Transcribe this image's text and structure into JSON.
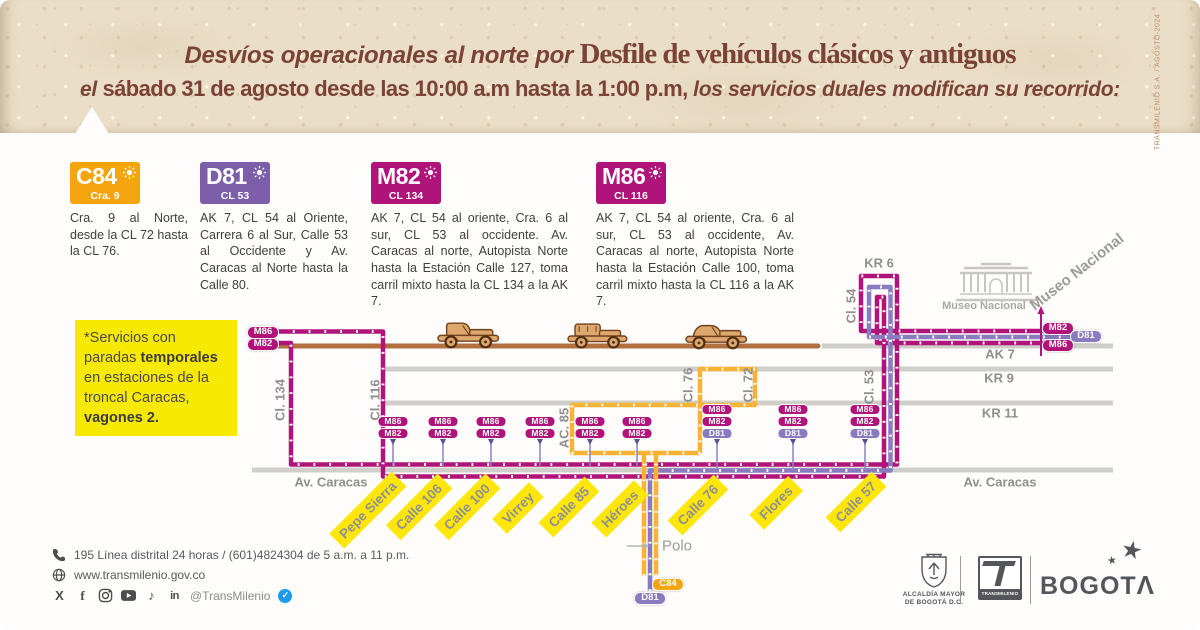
{
  "banner": {
    "title_italic": "Desvíos operacionales al norte por ",
    "title_bold": "Desfile de vehículos clásicos y antiguos",
    "subtitle_italic_prefix": "el ",
    "subtitle_bold": "sábado 31 de agosto desde las 10:00 a.m hasta la 1:00 p.m,",
    "subtitle_italic_suffix": " los servicios duales modifican su recorrido:",
    "edge_note": "TRANSMILENIO S.A. / AGOSTO-2024"
  },
  "legend": {
    "routes": [
      {
        "code": "C84",
        "street": "Cra. 9",
        "color": "#F4A40C",
        "description": "Cra. 9 al Norte, desde la CL 72 hasta la CL 76."
      },
      {
        "code": "D81",
        "street": "CL 53",
        "color": "#7C5FA8",
        "description": "AK 7, CL 54 al Oriente, Carrera 6 al Sur, Calle 53 al Occidente y Av. Caracas al Norte hasta la Calle 80."
      },
      {
        "code": "M82",
        "street": "CL 134",
        "color": "#B0147B",
        "description": "AK 7, CL 54 al oriente, Cra. 6 al sur, CL 53 al occidente. Av. Caracas al norte, Autopista Norte hasta la Estación Calle 127, toma carril mixto hasta la CL 134 a la AK 7."
      },
      {
        "code": "M86",
        "street": "CL 116",
        "color": "#B0147B",
        "description": "AK 7, CL 54 al oriente, Cra. 6 al sur, CL 53 al occidente, Av. Caracas al norte, Autopista Norte hasta la Estación Calle 100, toma carril mixto hasta la CL 116 a la AK 7."
      }
    ]
  },
  "note": {
    "l1": "*Servicios con paradas ",
    "l2b": "temporales",
    "l2r": " en estaciones de la troncal Caracas, ",
    "l4b": "vagones 2."
  },
  "map": {
    "road_labels": {
      "ak7": "AK 7",
      "kr9": "KR 9",
      "kr11": "KR 11",
      "caracas_left": "Av. Caracas",
      "caracas_right": "Av. Caracas"
    },
    "street_labels": {
      "cl134": "Cl. 134",
      "cl116": "Cl. 116",
      "ac85": "AC. 85",
      "cl76": "Cl. 76",
      "cl72": "Cl. 72",
      "cl53": "Cl. 53",
      "cl54": "Cl. 54",
      "kr6": "KR 6"
    },
    "poi": {
      "museum_caption": "Museo Nacional",
      "museum_diagonal": "Museo Nacional",
      "polo": "Polo"
    },
    "terminals": {
      "left": [
        {
          "label": "M86"
        },
        {
          "label": "M82"
        }
      ],
      "right": [
        {
          "label": "M82"
        },
        {
          "label": "D81"
        },
        {
          "label": "M86"
        }
      ],
      "bottom": [
        {
          "label": "C84"
        },
        {
          "label": "D81"
        }
      ]
    },
    "stations": [
      {
        "name": "Pepe Sierra",
        "services": [
          "M86",
          "M82"
        ]
      },
      {
        "name": "Calle 106",
        "services": [
          "M86",
          "M82"
        ]
      },
      {
        "name": "Calle 100",
        "services": [
          "M86",
          "M82"
        ]
      },
      {
        "name": "Virrey",
        "services": [
          "M86",
          "M82"
        ]
      },
      {
        "name": "Calle 85",
        "services": [
          "M86",
          "M82"
        ]
      },
      {
        "name": "Héroes",
        "services": [
          "M86",
          "M82"
        ]
      },
      {
        "name": "Calle 76",
        "services": [
          "M86",
          "M82",
          "D81"
        ]
      },
      {
        "name": "Flores",
        "services": [
          "M86",
          "M82",
          "D81"
        ]
      },
      {
        "name": "Calle 57",
        "services": [
          "M86",
          "M82",
          "D81"
        ]
      }
    ]
  },
  "footer": {
    "phone": "195 Línea distrital 24 horas / (601)4824304 de 5 a.m. a 11 p.m.",
    "website": "www.transmilenio.gov.co",
    "social_handle": "@TransMilenio",
    "logos": {
      "alcaldia_line1": "ALCALDÍA MAYOR",
      "alcaldia_line2": "DE BOGOTÁ D.C.",
      "transmilenio": "TRANSMILENIO",
      "bogota_word": "BOGOT",
      "bogota_a": "Λ"
    }
  },
  "colors": {
    "magenta": "#B0147B",
    "purple_route": "#897BC0",
    "purple_badge": "#7C5FA8",
    "yellow_route": "#F9B233",
    "yellow_tag": "#FFE60A",
    "orange_badge": "#F4A40C",
    "road_gray": "#CFCECB",
    "parade_brown": "#B26F3F",
    "title_brown": "#7A4336",
    "note_yellow": "#F8E903"
  }
}
